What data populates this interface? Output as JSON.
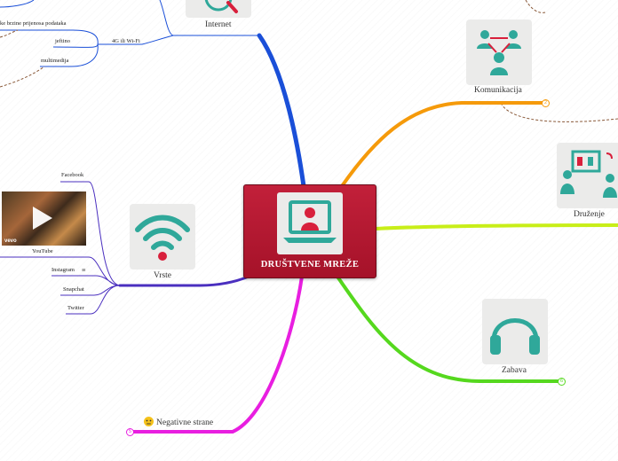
{
  "central": {
    "title": "DRUŠTVENE MREŽE",
    "icon": "laptop-person-icon"
  },
  "branches": {
    "internet": {
      "label": "Internet",
      "icon": "globe-icon"
    },
    "komunikacija": {
      "label": "Komunikacija",
      "icon": "people-network-icon",
      "badge": "2"
    },
    "druzenje": {
      "label": "Druženje",
      "icon": "video-chat-icon"
    },
    "zabava": {
      "label": "Zabava",
      "icon": "headphones-icon",
      "badge": "6"
    },
    "vrste": {
      "label": "Vrste",
      "icon": "wifi-icon"
    },
    "negativne": {
      "label": "Negativne strane",
      "icon": "worried-face-icon",
      "badge": "5"
    }
  },
  "internet_children": {
    "speed": "ke brzine prijenosa podataka",
    "cheap": "jeftino",
    "wifi": "4G ili Wi-Fi",
    "multimedia": "multimedija"
  },
  "vrste_children": {
    "facebook": "Facebook",
    "youtube": "YouTube",
    "instagram": "Instagram",
    "snapchat": "Snapchat",
    "twitter": "Twitter",
    "video_brand": "vevo"
  },
  "colors": {
    "central": "#b3182f",
    "internet": "#1a4fd8",
    "komunikacija": "#f59a0a",
    "druzenje": "#c8ee18",
    "zabava": "#55d81e",
    "vrste": "#4a2fbf",
    "negativne": "#e81ee0",
    "icon_teal": "#2fa89a",
    "icon_red": "#d8203c"
  }
}
